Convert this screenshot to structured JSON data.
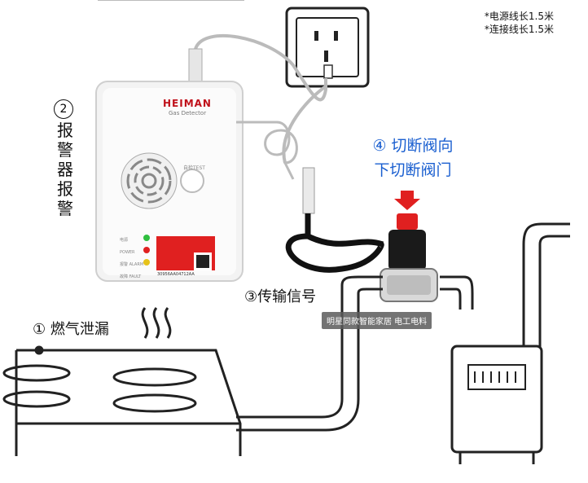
{
  "notes": {
    "power_cord": "*电源线长1.5米",
    "connect_cord": "*连接线长1.5米"
  },
  "step1": {
    "num": "①",
    "text": "燃气泄漏"
  },
  "step2": {
    "num": "②",
    "text": "报警器报警"
  },
  "step3": {
    "num": "③",
    "text": "传输信号"
  },
  "step4": {
    "line1": "④ 切断阀向",
    "line2": "下切断阀门"
  },
  "device": {
    "brand": "HEIMAN",
    "subtitle": "Gas Detector",
    "test_label": "自检TEST",
    "led_labels": [
      "电源 POWER",
      "报警 ALARM",
      "故障 FAULT"
    ],
    "serial": "30956AA04712AA"
  },
  "watermark": "明星同款智能家居 电工电料",
  "colors": {
    "blue_text": "#1a5fd0",
    "alarm_red": "#e02020",
    "pipe": "#222222"
  }
}
